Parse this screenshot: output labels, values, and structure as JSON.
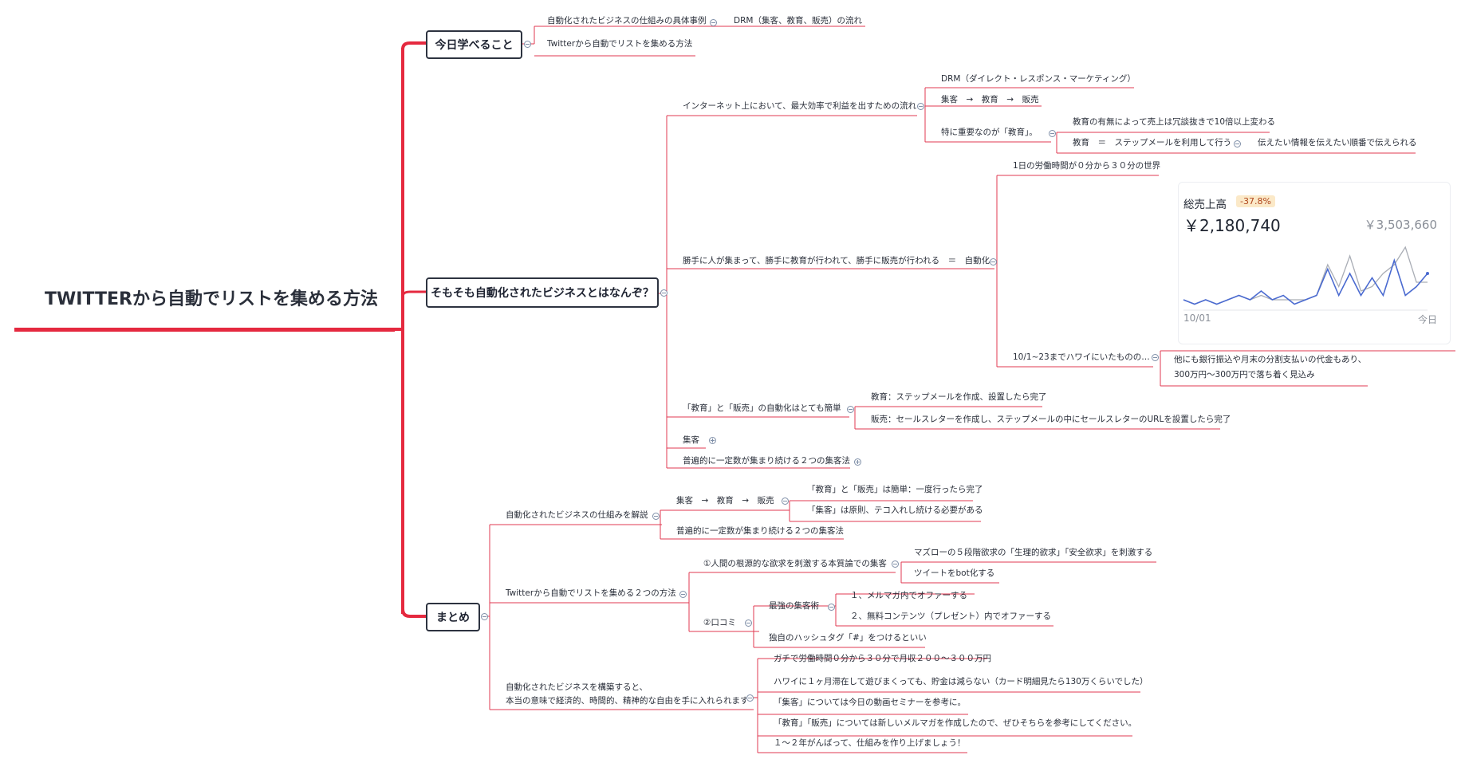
{
  "root": {
    "title": "TWITTERから自動でリストを集める方法"
  },
  "branches": {
    "b1": {
      "label": "今日学べること"
    },
    "b2": {
      "label": "そもそも自動化されたビジネスとはなんぞ？"
    },
    "b3": {
      "label": "まとめ"
    }
  },
  "topics": {
    "b1_1": "自動化されたビジネスの仕組みの具体事例",
    "b1_1a": "DRM（集客、教育、販売）の流れ",
    "b1_2": "Twitterから自動でリストを集める方法",
    "b2_1": "インターネット上において、最大効率で利益を出すための流れ",
    "b2_1a": "DRM（ダイレクト・レスポンス・マーケティング）",
    "b2_1b": "集客　→　教育　→　販売",
    "b2_1c": "特に重要なのが「教育」。",
    "b2_1c1": "教育の有無によって売上は冗談抜きで10倍以上変わる",
    "b2_1c2": "教育　＝　ステップメールを利用して行う",
    "b2_1c2a": "伝えたい情報を伝えたい順番で伝えられる",
    "b2_2": "勝手に人が集まって、勝手に教育が行われて、勝手に販売が行われる　＝　自動化",
    "b2_2a": "1日の労働時間が０分から３０分の世界",
    "b2_2b": "10/1~23までハワイにいたものの…",
    "b2_2b1": "他にも銀行振込や月末の分割支払いの代金もあり、",
    "b2_2b2": "300万円〜300万円で落ち着く見込み",
    "b2_3": "「教育」と「販売」の自動化はとても簡単",
    "b2_3a": "教育：ステップメールを作成、設置したら完了",
    "b2_3b": "販売：セールスレターを作成し、ステップメールの中にセールスレターのURLを設置したら完了",
    "b2_4": "集客",
    "b2_5": "普遍的に一定数が集まり続ける２つの集客法",
    "b3_1": "自動化されたビジネスの仕組みを解説",
    "b3_1a": "集客　→　教育　→　販売",
    "b3_1a1": "「教育」と「販売」は簡単：一度行ったら完了",
    "b3_1a2": "「集客」は原則、テコ入れし続ける必要がある",
    "b3_1b": "普遍的に一定数が集まり続ける２つの集客法",
    "b3_2": "Twitterから自動でリストを集める２つの方法",
    "b3_2a": "①人間の根源的な欲求を刺激する本質論での集客",
    "b3_2a1": "マズローの５段階欲求の「生理的欲求」「安全欲求」を刺激する",
    "b3_2a2": "ツイートをbot化する",
    "b3_2b": "②口コミ",
    "b3_2b1": "最強の集客術",
    "b3_2b1a": "１、メルマガ内でオファーする",
    "b3_2b1b": "２、無料コンテンツ（プレゼント）内でオファーする",
    "b3_2b2": "独自のハッシュタグ「#」をつけるといい",
    "b3_3a": "自動化されたビジネスを構築すると、",
    "b3_3b": "本当の意味で経済的、時間的、精神的な自由を手に入れられます",
    "b3_3_1": "ガチで労働時間０分から３０分で月収２００〜３００万円",
    "b3_3_2": "ハワイに１ヶ月滞在して遊びまくっても、貯金は減らない（カード明細見たら130万くらいでした）",
    "b3_3_3": "「集客」については今日の動画セミナーを参考に。",
    "b3_3_4": "「教育」「販売」については新しいメルマガを作成したので、ぜひそちらを参考にしてください。",
    "b3_3_5": "１〜２年がんばって、仕組みを作り上げましょう！"
  },
  "sales_card": {
    "label": "総売上高",
    "change": "-37.8%",
    "current": "￥2,180,740",
    "previous": "￥3,503,660",
    "x_start": "10/01",
    "x_end": "今日"
  },
  "chart_data": {
    "type": "line",
    "title": "",
    "x": [
      1,
      2,
      3,
      4,
      5,
      6,
      7,
      8,
      9,
      10,
      11,
      12,
      13,
      14,
      15,
      16,
      17,
      18,
      19,
      20,
      21,
      22,
      23
    ],
    "series": [
      {
        "values": [
          2,
          1,
          2,
          1,
          2,
          3,
          2,
          4,
          2,
          3,
          1,
          2,
          3,
          9,
          3,
          8,
          3,
          7,
          3,
          11,
          3,
          5,
          8
        ]
      },
      {
        "values": [
          2,
          1,
          2,
          1,
          2,
          3,
          2,
          3,
          2,
          2,
          2,
          2,
          3,
          10,
          5,
          12,
          4,
          5,
          8,
          10,
          14,
          6,
          6
        ]
      }
    ],
    "ylim": [
      0,
      16
    ],
    "colors": [
      "#4a6ad0",
      "#a9adb5"
    ],
    "grid": false
  }
}
